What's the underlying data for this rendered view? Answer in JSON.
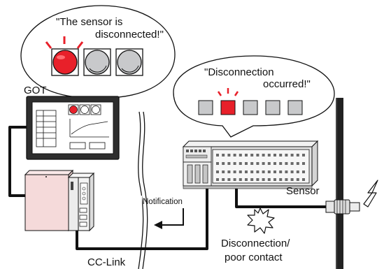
{
  "bubble_got": {
    "line1": "\"The sensor is",
    "line2": "disconnected!\""
  },
  "bubble_io": {
    "line1": "\"Disconnection",
    "line2": "occurred!\""
  },
  "labels": {
    "got": "GOT",
    "sensor": "Sensor",
    "notification": "Notification",
    "cclink": "CC-Link",
    "fault_line1": "Disconnection/",
    "fault_line2": "poor contact"
  },
  "colors": {
    "alarm_red": "#e8202a",
    "lamp_gray": "#c8c9cb",
    "got_body": "#2e2e2e",
    "plc_pink": "#f5dada",
    "io_module": "#e4e4e4",
    "cable": "#111111"
  },
  "icons": {
    "lamp_alarm": "red-lamp-icon",
    "lamp_off": "gray-lamp-icon",
    "burst": "burst-icon",
    "lightning": "lightning-icon",
    "arrow": "arrow-icon"
  }
}
